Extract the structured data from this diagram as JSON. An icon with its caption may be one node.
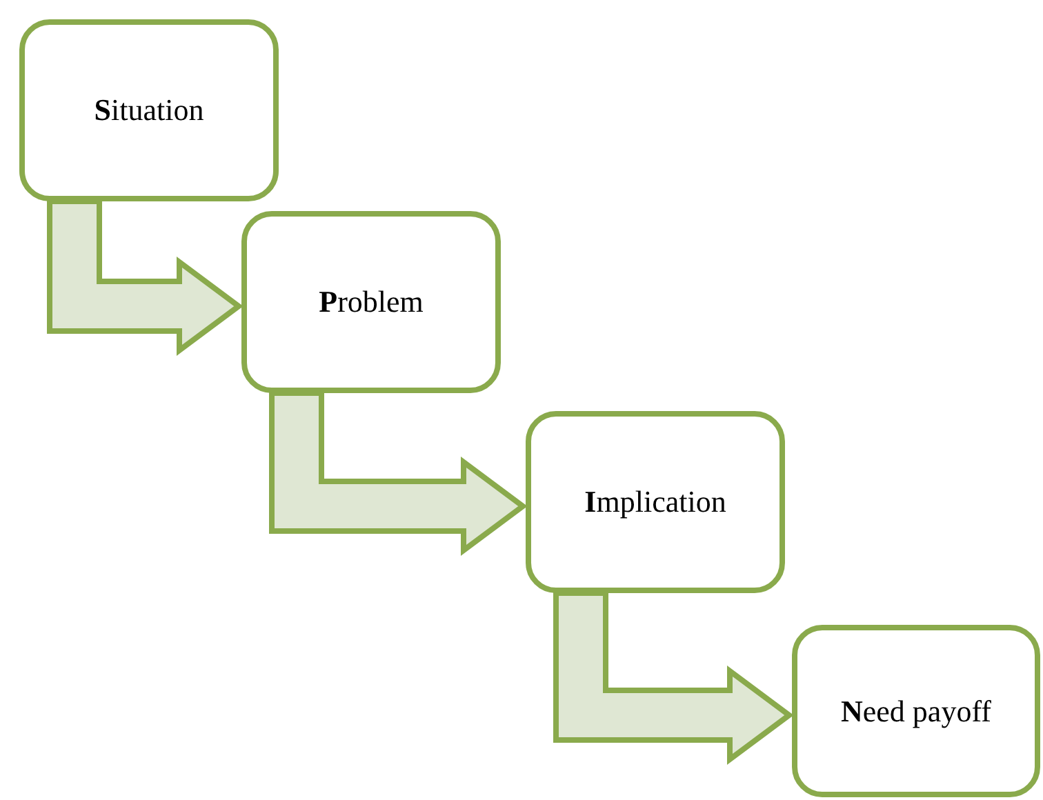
{
  "diagram": {
    "nodes": [
      {
        "text": [
          "**S**ituation"
        ]
      },
      {
        "text": [
          "**P**roblem"
        ]
      },
      {
        "text": [
          "**I**mplication"
        ]
      },
      {
        "text": [
          "**N**eed payoff"
        ]
      }
    ],
    "edges": [
      {
        "from": 0,
        "to": 1,
        "arrow": "to"
      },
      {
        "from": 1,
        "to": 2,
        "arrow": "to"
      },
      {
        "from": 2,
        "to": 3,
        "arrow": "to"
      }
    ]
  }
}
